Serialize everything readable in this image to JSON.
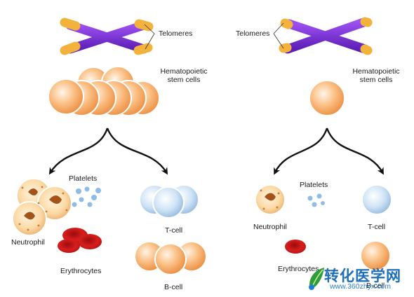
{
  "left": {
    "telomeres": "Telomeres",
    "stem_cells": "Hematopoietic\nstem cells",
    "platelets": "Platelets",
    "neutrophil": "Neutrophil",
    "erythrocytes": "Erythrocytes",
    "t_cell": "T-cell",
    "b_cell": "B-cell"
  },
  "right": {
    "telomeres": "Telomeres",
    "stem_cells": "Hematopoietic\nstem cells",
    "platelets": "Platelets",
    "neutrophil": "Neutrophil",
    "erythrocytes": "Erythrocytes",
    "t_cell": "T-cell",
    "b_cell": "B-cell"
  },
  "watermark": {
    "title": "转化医学网",
    "url": "www.360zhyx.com"
  },
  "colors": {
    "chromosome": "#7a2fd6",
    "telomere_cap": "#f0b13a",
    "stem_cell": "#f7a960",
    "t_cell": "#bcd8f2",
    "erythrocyte": "#c81818",
    "arrow": "#111111"
  }
}
